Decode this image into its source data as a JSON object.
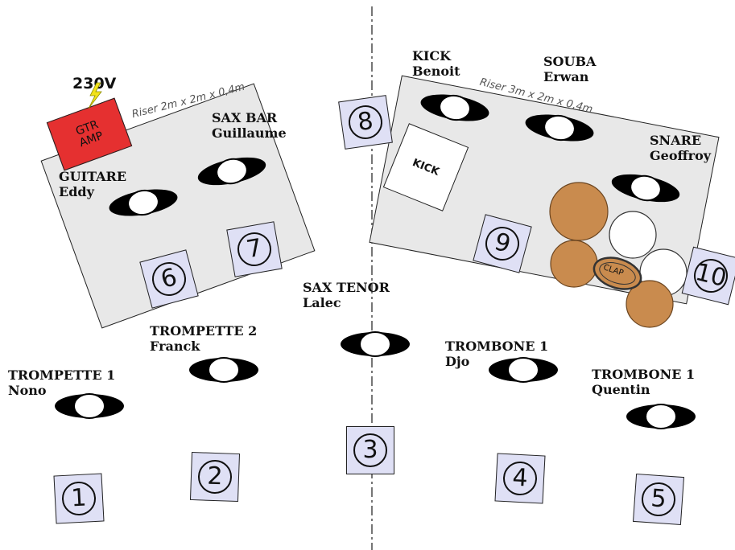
{
  "risers": {
    "left_text": "Riser 2m x 2m x 0,4m",
    "right_text": "Riser 3m x 2m x 0,4m"
  },
  "power": {
    "label": "230V",
    "amp_label_1": "GTR",
    "amp_label_2": "AMP"
  },
  "kick_box_label": "KICK",
  "clap_label": "CLAP",
  "musicians": [
    {
      "role": "GUITARE",
      "name": "Eddy"
    },
    {
      "role": "SAX BAR",
      "name": "Guillaume"
    },
    {
      "role": "KICK",
      "name": "Benoit"
    },
    {
      "role": "SOUBA",
      "name": "Erwan"
    },
    {
      "role": "SNARE",
      "name": "Geoffroy"
    },
    {
      "role": "SAX TENOR",
      "name": "Lalec"
    },
    {
      "role": "TROMPETTE 2",
      "name": "Franck"
    },
    {
      "role": "TROMPETTE 1",
      "name": "Nono"
    },
    {
      "role": "TROMBONE 1",
      "name": "Djo"
    },
    {
      "role": "TROMBONE 1",
      "name": "Quentin"
    }
  ],
  "monitors": [
    "1",
    "2",
    "3",
    "4",
    "5",
    "6",
    "7",
    "8",
    "9",
    "10"
  ],
  "colors": {
    "amp": "#e53030",
    "riser": "#e8e8e8",
    "monitor": "#dfe0f5",
    "drum_tan": "#c98b4e",
    "drum_white": "#ffffff",
    "lightning": "#f2e21a"
  }
}
